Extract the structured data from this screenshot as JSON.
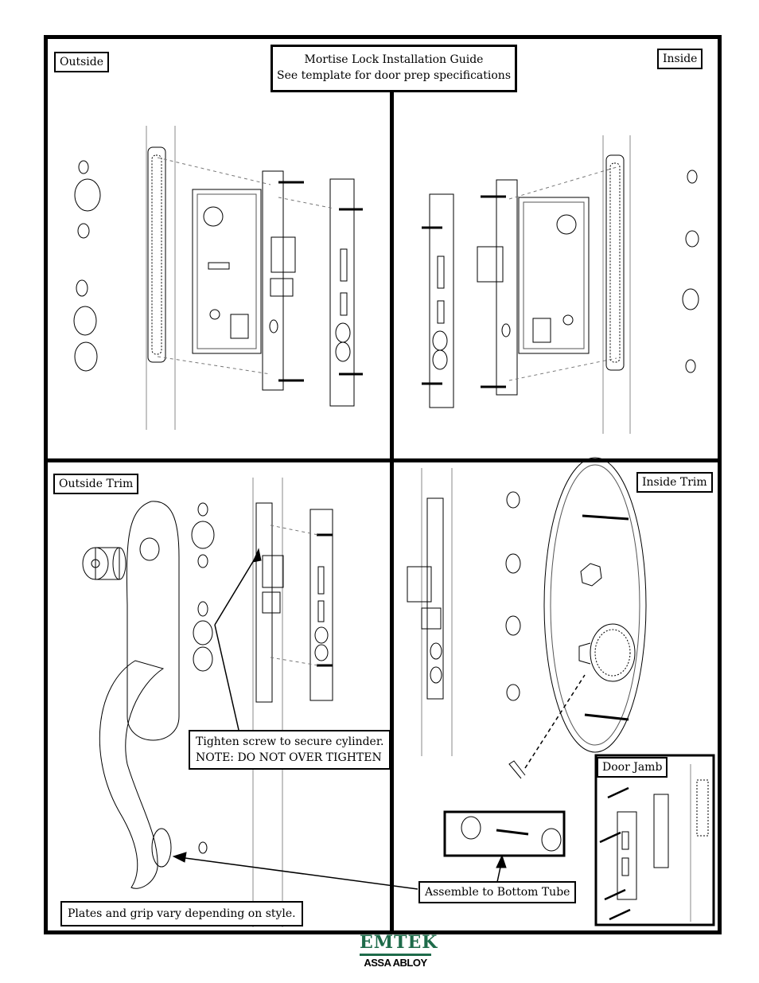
{
  "title": {
    "line1": "Mortise Lock Installation Guide",
    "line2": "See template for door prep specifications"
  },
  "panels": {
    "outside": "Outside",
    "inside": "Inside",
    "outside_trim": "Outside Trim",
    "inside_trim": "Inside Trim",
    "door_jamb": "Door Jamb"
  },
  "callouts": {
    "tighten_line1": "Tighten screw to secure cylinder.",
    "tighten_line2": "NOTE: DO NOT OVER TIGHTEN",
    "assemble": "Assemble to Bottom Tube",
    "plates": "Plates and grip vary depending on style."
  },
  "logo": {
    "brand": "EMTEK",
    "sub": "ASSA ABLOY"
  },
  "colors": {
    "line": "#000000",
    "brand_green": "#1e6b4a"
  }
}
